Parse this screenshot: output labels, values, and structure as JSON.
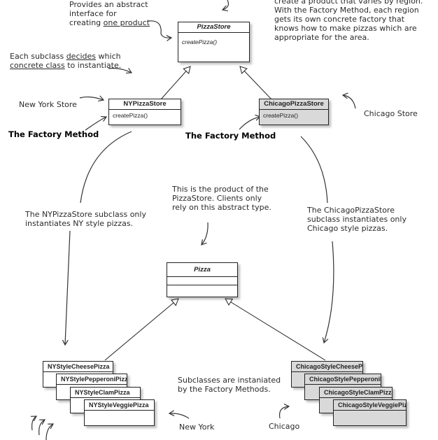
{
  "classes": {
    "pizza_store": {
      "name": "PizzaStore",
      "method": "createPizza()"
    },
    "ny_store": {
      "name": "NYPizzaStore",
      "method": "createPizza()"
    },
    "chicago_store": {
      "name": "ChicagoPizzaStore",
      "method": "createPizza()"
    },
    "pizza": {
      "name": "Pizza"
    },
    "ny_pizzas": [
      "NYStyleCheesePizza",
      "NYStylePepperoniPizza",
      "NYStyleClamPizza",
      "NYStyleVeggiePizza"
    ],
    "chicago_pizzas": [
      "ChicagoStyleCheesePizza",
      "ChicagoStylePepperoniPizza",
      "ChicagoStyleClamPizza",
      "ChicagoStyleVeggiePizza"
    ]
  },
  "notes": {
    "abstract_interface": [
      "Provides an abstract",
      "interface for"
    ],
    "abstract_interface_last": {
      "prefix": "creating ",
      "underlined": "one product"
    },
    "top_right": [
      "create a product that varies by region.",
      "With the Factory Method, each region",
      "gets its own concrete factory that",
      "knows how to make pizzas which are",
      "appropriate for the area."
    ],
    "subclass_decides": {
      "l1_prefix": "Each subclass ",
      "l1_u": "decides",
      "l1_suffix": " which",
      "l2_u": "concrete class",
      "l2_suffix": " to instantiate."
    },
    "new_york_store": "New York Store",
    "chicago_store": "Chicago Store",
    "factory_method_left": "The Factory Method",
    "factory_method_right": "The Factory Method",
    "product_note": [
      "This is the product of the",
      "PizzaStore.  Clients only",
      "rely on this abstract type."
    ],
    "ny_note": [
      "The NYPizzaStore subclass only",
      "instantiates NY style pizzas."
    ],
    "chicago_note": [
      "The ChicagoPizzaStore",
      "subclass instantiates only",
      "Chicago style pizzas."
    ],
    "subclasses_note": [
      "Subclasses are instaniated",
      "by the Factory Methods."
    ],
    "new_york": "New York",
    "chicago": "Chicago"
  }
}
